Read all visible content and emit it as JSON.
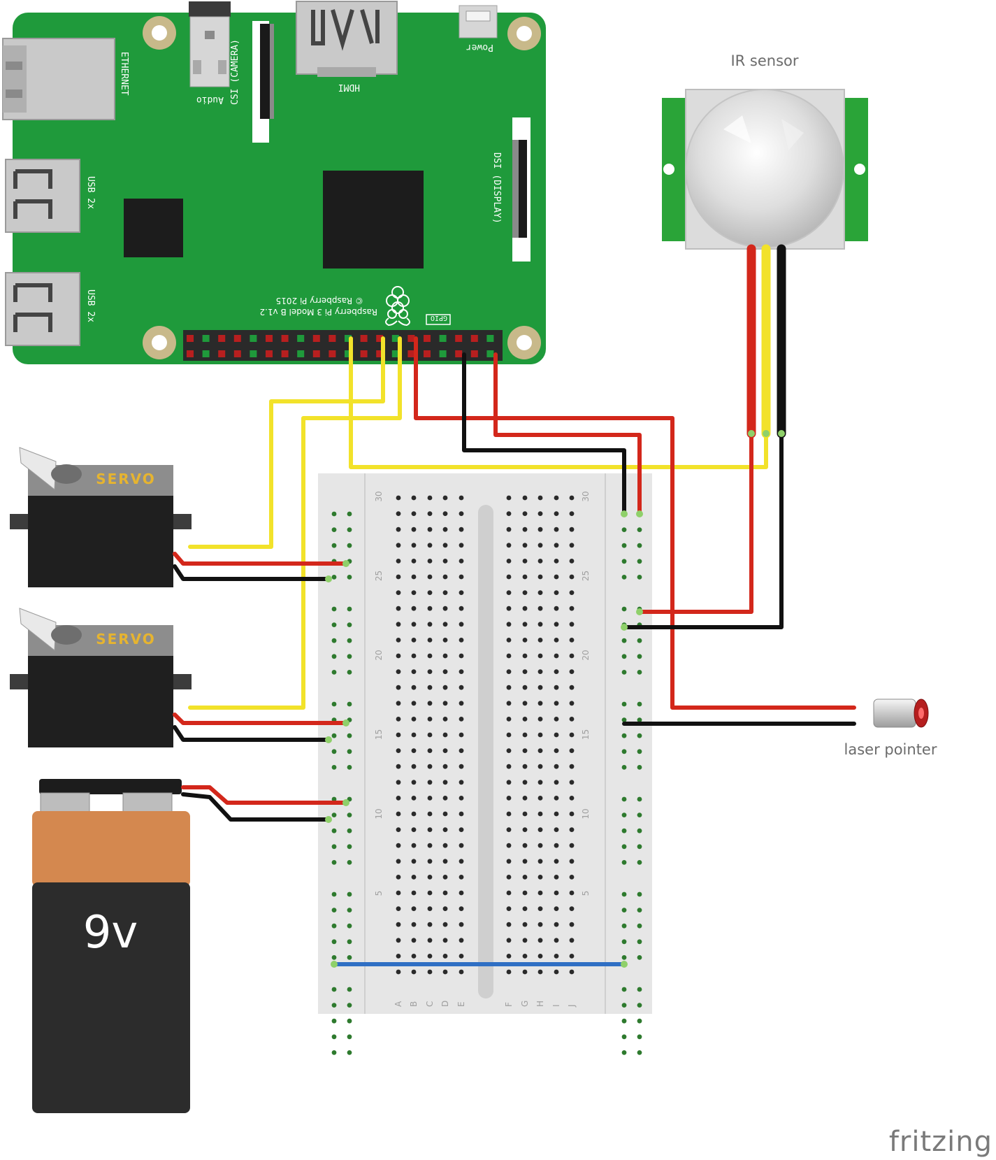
{
  "labels": {
    "ethernet": "ETHERNET",
    "audio": "Audio",
    "csi": "CSI (CAMERA)",
    "hdmi": "HDMI",
    "power": "Power",
    "usb_top": "USB 2x",
    "usb_bottom": "USB 2x",
    "dsi": "DSI (DISPLAY)",
    "gpio": "GPIO",
    "pi_model": "Raspberry Pi 3 Model B v1.2",
    "pi_copyright": "© Raspberry Pi 2015",
    "ir_sensor": "IR sensor",
    "servo_1": "SERVO",
    "servo_2": "SERVO",
    "battery": "9v",
    "laser": "laser pointer",
    "brand": "fritzing"
  },
  "breadboard": {
    "row_numbers": [
      "30",
      "25",
      "20",
      "15",
      "10",
      "5"
    ],
    "columns_left": [
      "A",
      "B",
      "C",
      "D",
      "E"
    ],
    "columns_right": [
      "F",
      "G",
      "H",
      "I",
      "J"
    ]
  },
  "colors": {
    "pcb": "#1f9a3b",
    "wire_red": "#d3271b",
    "wire_black": "#111111",
    "wire_yellow": "#f2e22a",
    "wire_blue": "#2f6fc4",
    "breadboard": "#e6e6e6",
    "battery_top": "#d4884f",
    "battery_body": "#2c2c2c"
  }
}
